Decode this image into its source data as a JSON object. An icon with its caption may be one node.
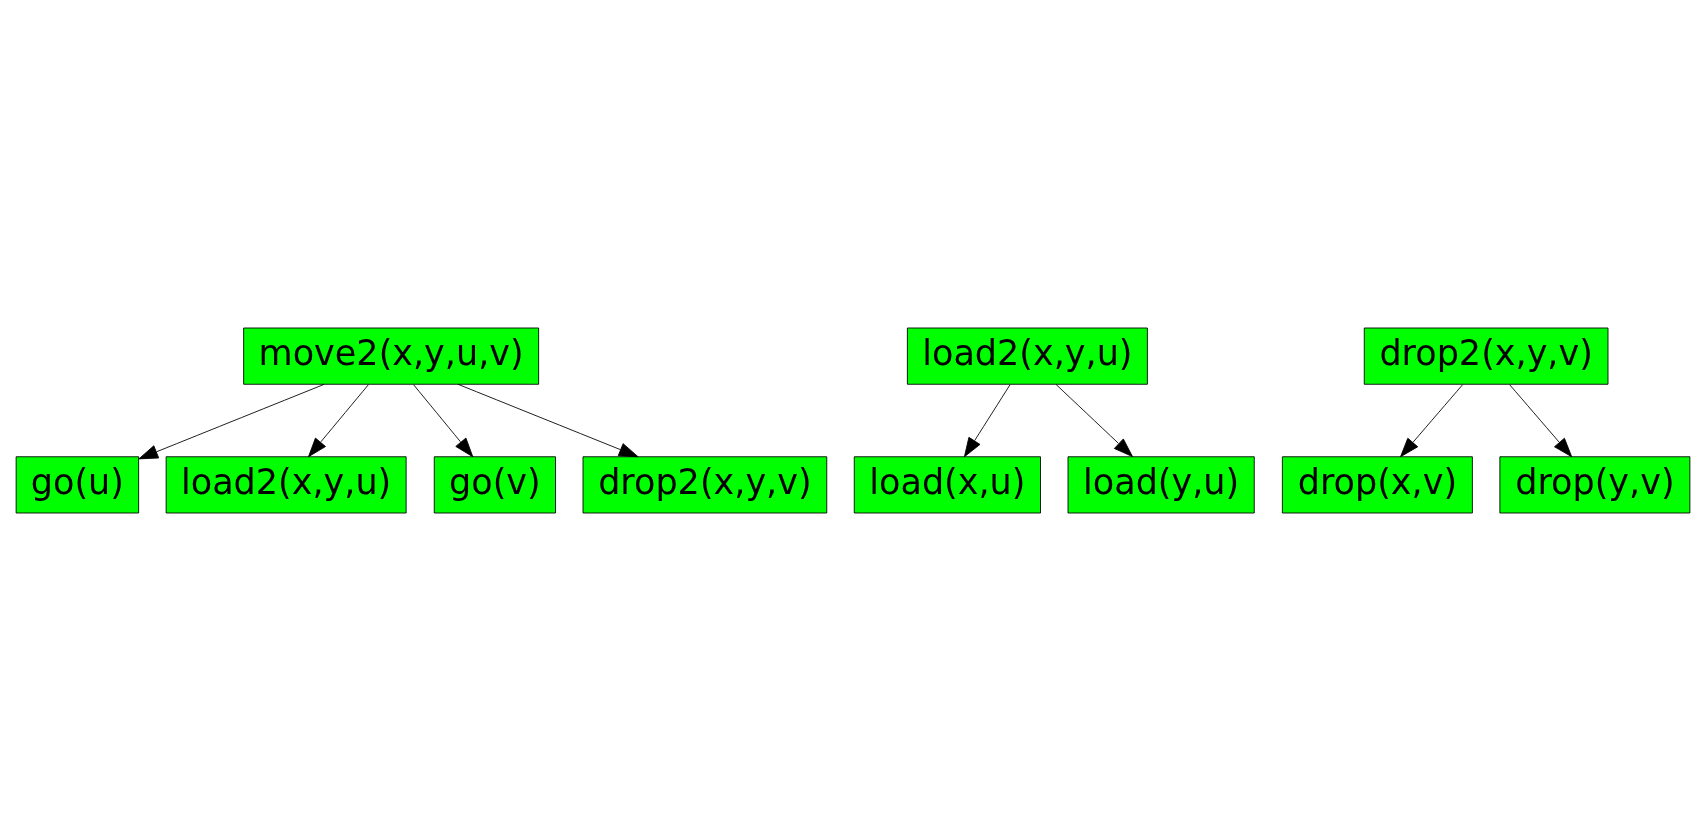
{
  "diagram": {
    "nodes": [
      {
        "text": [
          "move2(x,y,u,v)"
        ]
      },
      {
        "text": [
          "go(u)"
        ]
      },
      {
        "text": [
          "load2(x,y,u)"
        ]
      },
      {
        "text": [
          "go(v)"
        ]
      },
      {
        "text": [
          "drop2(x,y,v)"
        ]
      },
      {
        "text": [
          "load2(x,y,u)"
        ]
      },
      {
        "text": [
          "drop2(x,y,v)"
        ]
      },
      {
        "text": [
          "load(x,u)"
        ]
      },
      {
        "text": [
          "load(y,u)"
        ]
      },
      {
        "text": [
          "drop(x,v)"
        ]
      },
      {
        "text": [
          "drop(y,v)"
        ]
      }
    ],
    "edges": [
      {
        "from": 0,
        "to": 1,
        "arrow": "to"
      },
      {
        "from": 0,
        "to": 2,
        "arrow": "to"
      },
      {
        "from": 0,
        "to": 3,
        "arrow": "to"
      },
      {
        "from": 0,
        "to": 4,
        "arrow": "to"
      },
      {
        "from": 5,
        "to": 7,
        "arrow": "to"
      },
      {
        "from": 5,
        "to": 8,
        "arrow": "to"
      },
      {
        "from": 6,
        "to": 9,
        "arrow": "to"
      },
      {
        "from": 6,
        "to": 10,
        "arrow": "to"
      }
    ]
  }
}
